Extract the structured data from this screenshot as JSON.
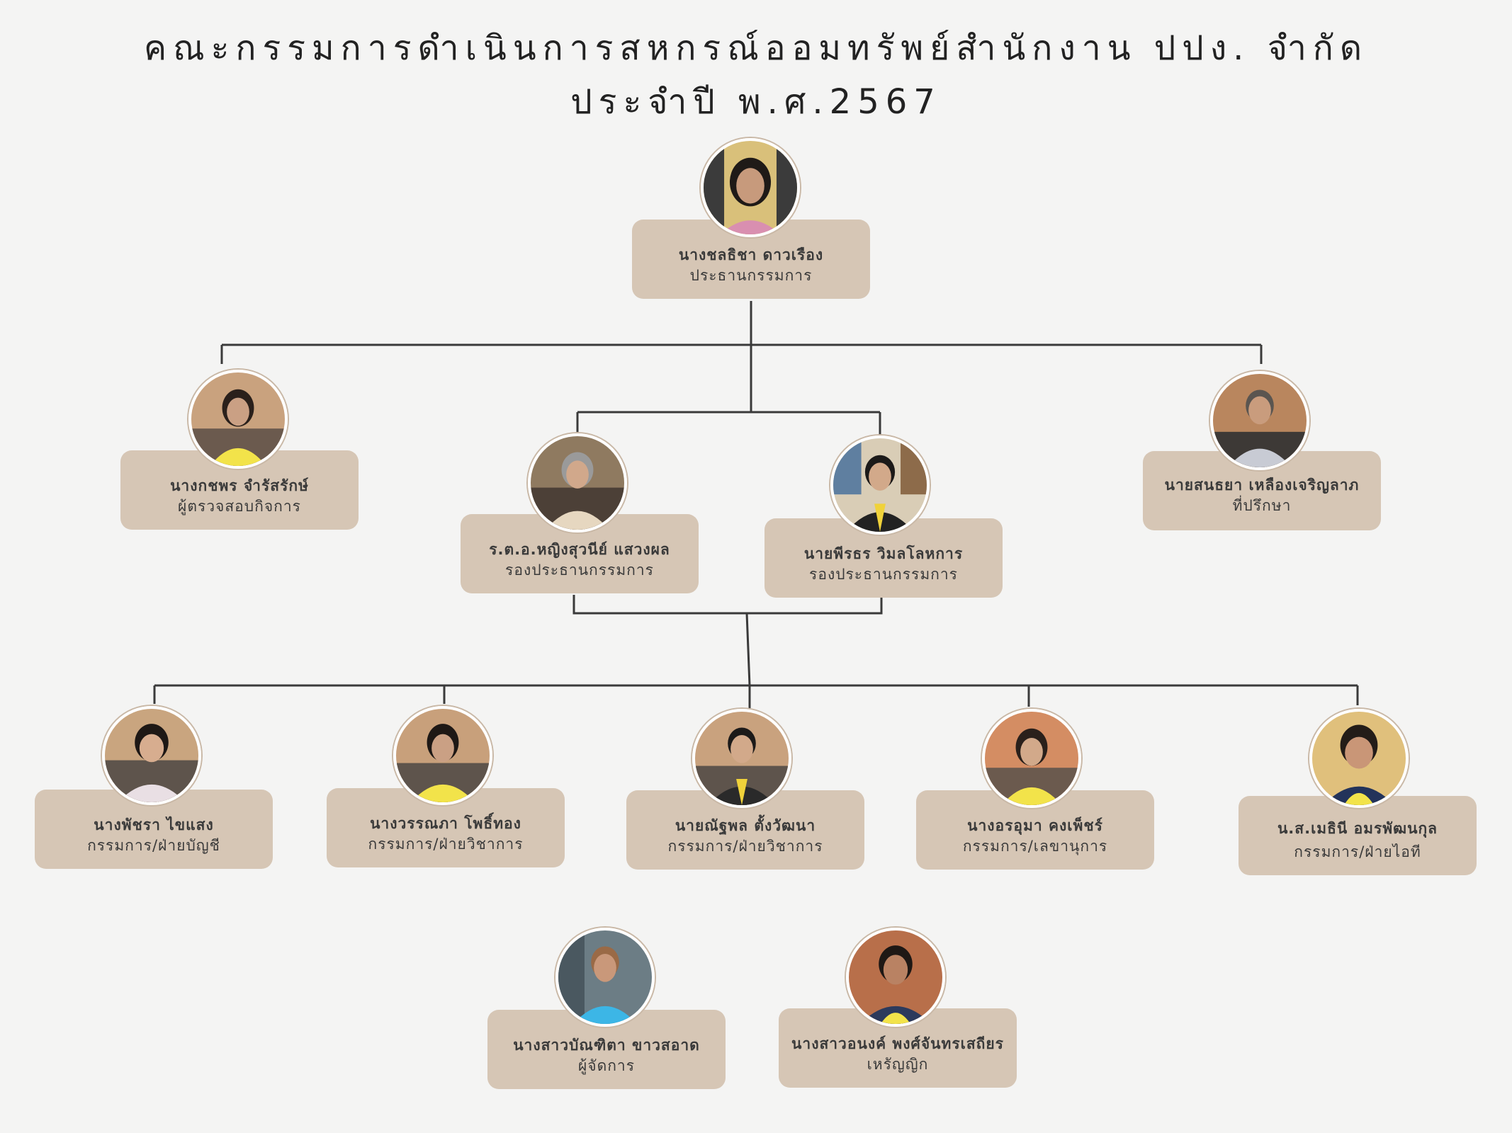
{
  "header": {
    "title_line1": "คณะกรรมการดำเนินการสหกรณ์ออมทรัพย์สำนักงาน ปปง. จำกัด",
    "title_line2": "ประจำปี พ.ศ.2567"
  },
  "colors": {
    "background": "#f4f4f3",
    "card": "#d6c6b5",
    "connector": "#3a3a3a",
    "photo_ring": "#ffffff"
  },
  "members": {
    "chairman": {
      "name": "นางชลธิชา ดาวเรือง",
      "role": "ประธานกรรมการ"
    },
    "auditor": {
      "name": "นางกชพร จำรัสรักษ์",
      "role": "ผู้ตรวจสอบกิจการ"
    },
    "vice1": {
      "name": "ร.ต.อ.หญิงสุวนีย์ แสวงผล",
      "role": "รองประธานกรรมการ"
    },
    "vice2": {
      "name": "นายพีรธร วิมลโลหการ",
      "role": "รองประธานกรรมการ"
    },
    "advisor": {
      "name": "นายสนธยา เหลืองเจริญลาภ",
      "role": "ที่ปรึกษา"
    },
    "board1": {
      "name": "นางพัชรา ไขแสง",
      "role": "กรรมการ/ฝ่ายบัญชี"
    },
    "board2": {
      "name": "นางวรรณภา โพธิ์ทอง",
      "role": "กรรมการ/ฝ่ายวิชาการ"
    },
    "board3": {
      "name": "นายณัฐพล ตั้งวัฒนา",
      "role": "กรรมการ/ฝ่ายวิชาการ"
    },
    "board4": {
      "name": "นางอรอุมา คงเพ็ชร์",
      "role": "กรรมการ/เลขานุการ"
    },
    "board5": {
      "name": "น.ส.เมธินี อมรพัฒนกุล",
      "role": "กรรมการ/ฝ่ายไอที"
    },
    "manager": {
      "name": "นางสาวบัณฑิตา ขาวสอาด",
      "role": "ผู้จัดการ"
    },
    "treasurer": {
      "name": "นางสาวอนงค์ พงศ์จันทรเสถียร",
      "role": "เหรัญญิก"
    }
  }
}
